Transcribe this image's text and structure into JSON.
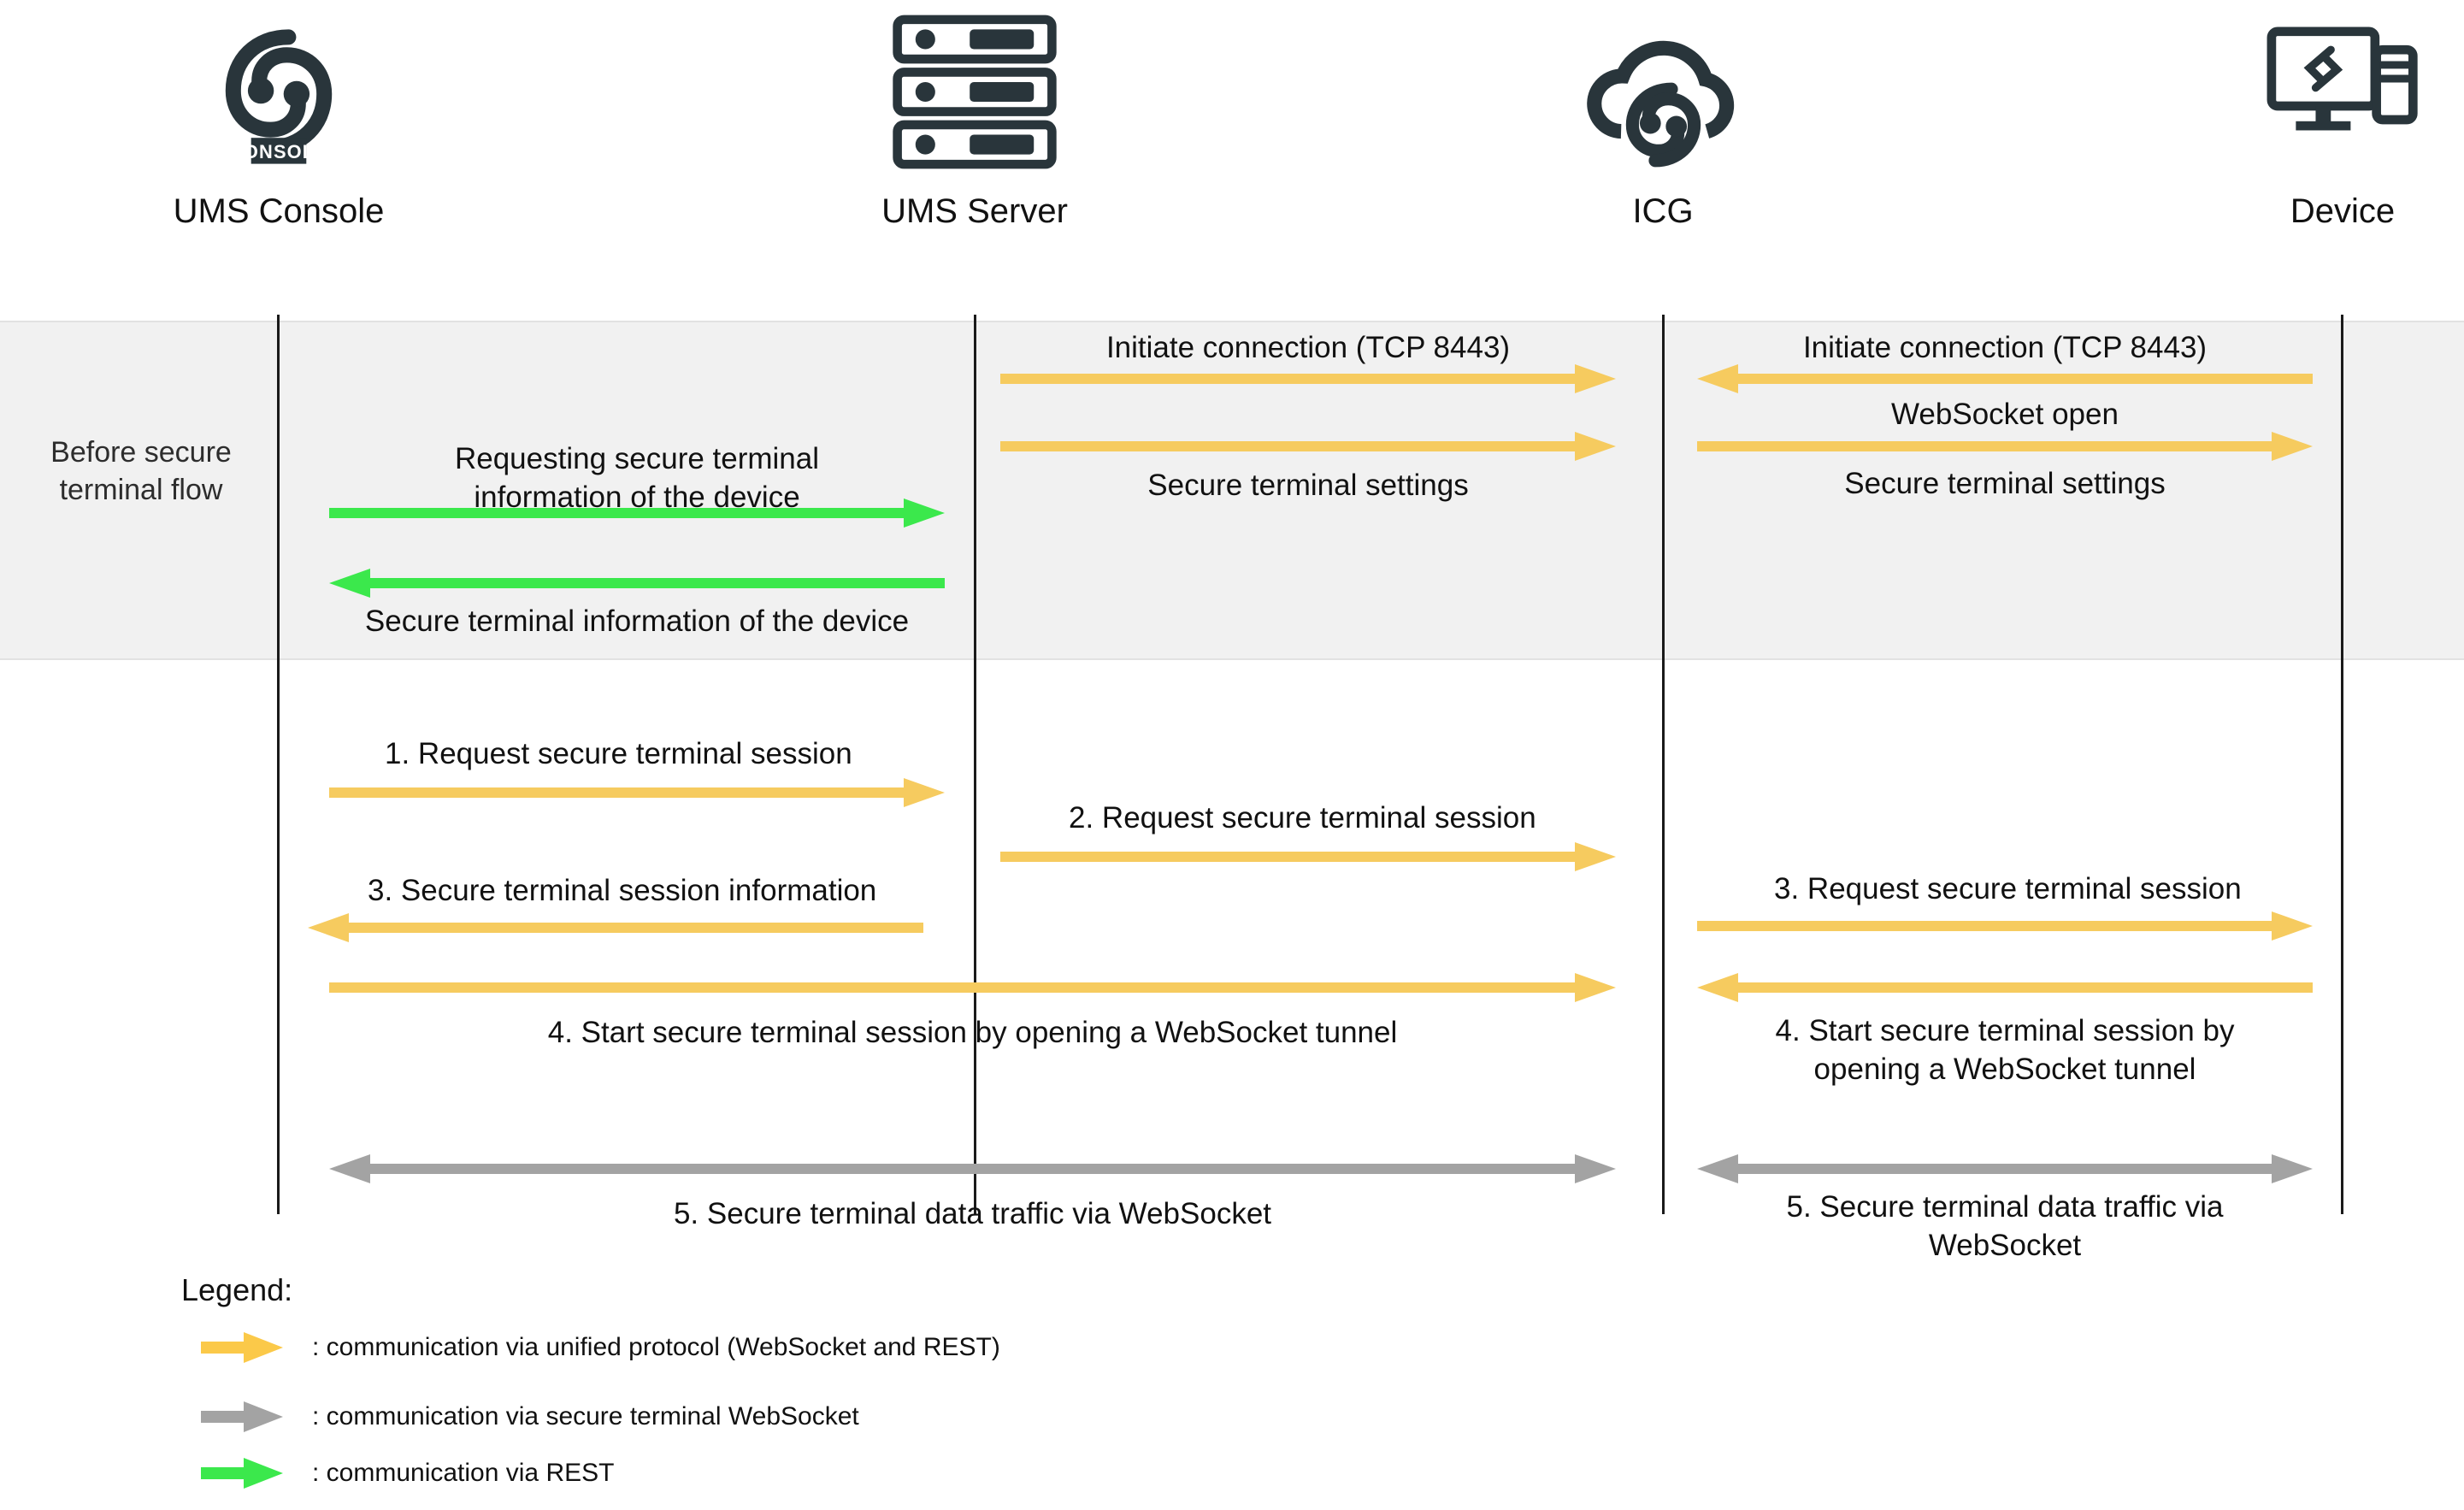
{
  "actors": [
    {
      "id": "ums-console",
      "label": "UMS Console",
      "icon": "ums-console-logo-icon"
    },
    {
      "id": "ums-server",
      "label": "UMS Server",
      "icon": "server-rack-icon"
    },
    {
      "id": "icg",
      "label": "ICG",
      "icon": "cloud-gateway-icon"
    },
    {
      "id": "device",
      "label": "Device",
      "icon": "desktop-device-icon"
    }
  ],
  "phase": {
    "label": "Before\nsecure\nterminal\nflow"
  },
  "messages": {
    "pre_console_to_server_request": "Requesting secure terminal\ninformation of the device",
    "pre_server_to_console_info": "Secure terminal information of the device",
    "pre_server_to_icg_initiate": "Initiate connection (TCP 8443)",
    "pre_server_to_icg_settings": "Secure terminal settings",
    "pre_device_to_icg_initiate": "Initiate connection (TCP 8443)",
    "pre_icg_to_device_websocket": "WebSocket open",
    "pre_icg_to_device_settings": "Secure terminal settings",
    "step1": "1.   Request secure terminal session",
    "step2": "2.   Request secure terminal session",
    "step3_console": "3.   Secure terminal session information",
    "step3_icg_device": "3.   Request secure terminal session",
    "step4_console_icg": "4.   Start secure terminal session by opening a WebSocket tunnel",
    "step4_device_icg": "4.   Start secure terminal session by\nopening a WebSocket tunnel",
    "step5_left": "5.   Secure terminal data traffic via WebSocket",
    "step5_right": "5.   Secure terminal data traffic via\nWebSocket"
  },
  "legend": {
    "title": "Legend:",
    "items": [
      {
        "color": "#FBC949",
        "icon": "arrow-right-icon",
        "text": ": communication via unified protocol (WebSocket and REST)"
      },
      {
        "color": "#A3A3A3",
        "icon": "arrow-right-icon",
        "text": ": communication via secure terminal WebSocket"
      },
      {
        "color": "#3BE84C",
        "icon": "arrow-right-icon",
        "text": ": communication via REST"
      }
    ]
  },
  "colors": {
    "unified_protocol": "#F6CB5F",
    "secure_terminal_ws": "#A3A3A3",
    "rest": "#3BE84C",
    "band": "#f1f1f1",
    "lifeline": "#1a1a1a",
    "icon_dark": "#29353B"
  }
}
